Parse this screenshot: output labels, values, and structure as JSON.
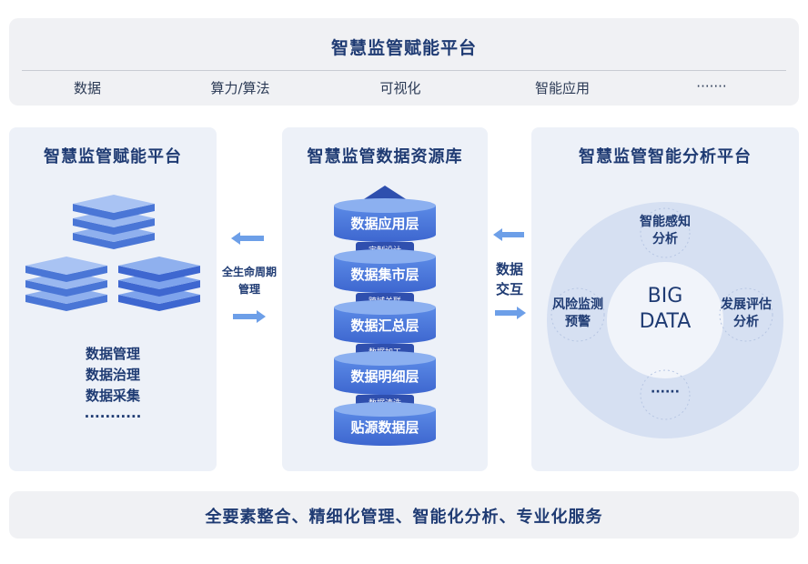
{
  "top_banner": {
    "title": "智慧监管赋能平台",
    "items": [
      "数据",
      "算力/算法",
      "可视化",
      "智能应用",
      "·······"
    ]
  },
  "left_panel": {
    "title": "智慧监管赋能平台",
    "items": [
      "数据管理",
      "数据治理",
      "数据采集",
      "···········"
    ]
  },
  "left_connector": {
    "line1": "全生命周期",
    "line2": "管理"
  },
  "middle_panel": {
    "title": "智慧监管数据资源库",
    "layers": [
      "数据应用层",
      "数据集市层",
      "数据汇总层",
      "数据明细层",
      "贴源数据层"
    ],
    "tags": [
      "定制设计",
      "跨域关联",
      "数据加工",
      "数据清洗"
    ]
  },
  "right_connector": {
    "line1": "数据",
    "line2": "交互"
  },
  "right_panel": {
    "title": "智慧监管智能分析平台",
    "center_line1": "BIG",
    "center_line2": "DATA",
    "nodes": {
      "top_line1": "智能感知",
      "top_line2": "分析",
      "left_line1": "风险监测",
      "left_line2": "预警",
      "right_line1": "发展评估",
      "right_line2": "分析",
      "bottom": "······"
    }
  },
  "bottom_banner": {
    "text": "全要素整合、精细化管理、智能化分析、专业化服务"
  },
  "colors": {
    "accent": "#3f6fd8",
    "title": "#1f3b73",
    "panel_bg": "#edf1f8",
    "banner_bg": "#f0f1f4",
    "arrow": "#6d9fe8"
  }
}
